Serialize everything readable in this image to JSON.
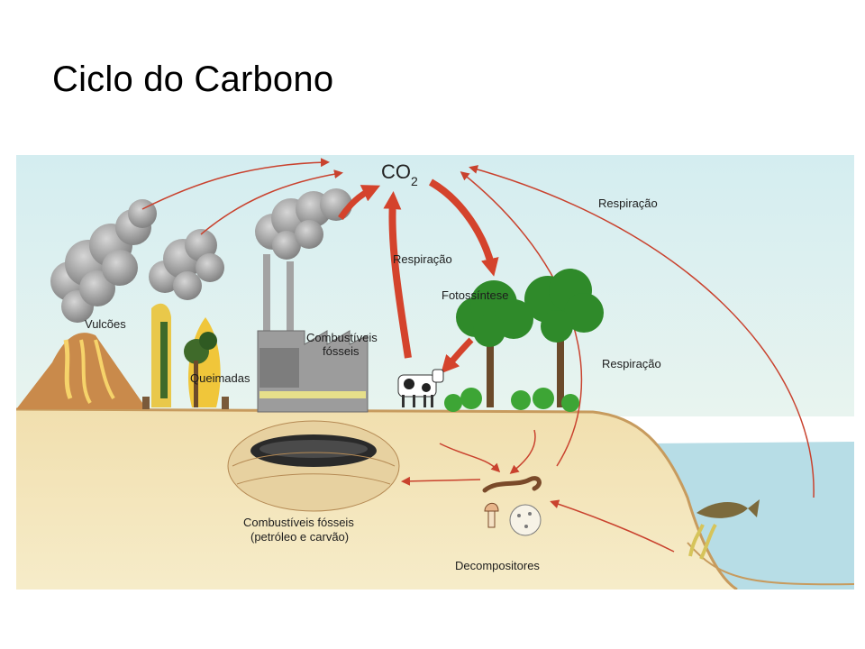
{
  "page": {
    "title": "Ciclo do Carbono"
  },
  "diagram": {
    "co2": {
      "base": "CO",
      "subscript": "2"
    },
    "labels": {
      "respiracao_top": "Respiração",
      "respiracao_mid": "Respiração",
      "respiracao_right": "Respiração",
      "fotossintese": "Fotossíntese",
      "vulcoes": "Vulcões",
      "queimadas": "Queimadas",
      "combustiveis_line1": "Combustíveis",
      "combustiveis_line2": "fósseis",
      "subsolo_line1": "Combustíveis fósseis",
      "subsolo_line2": "(petróleo e carvão)",
      "decompositores": "Decompositores"
    },
    "colors": {
      "sky": "#d8eef0",
      "ground": "#f3e3b4",
      "sea": "#b9dfe8",
      "arrow": "#c9422e",
      "smoke": "#8a8a8a",
      "tree": "#2f8a2a"
    }
  }
}
